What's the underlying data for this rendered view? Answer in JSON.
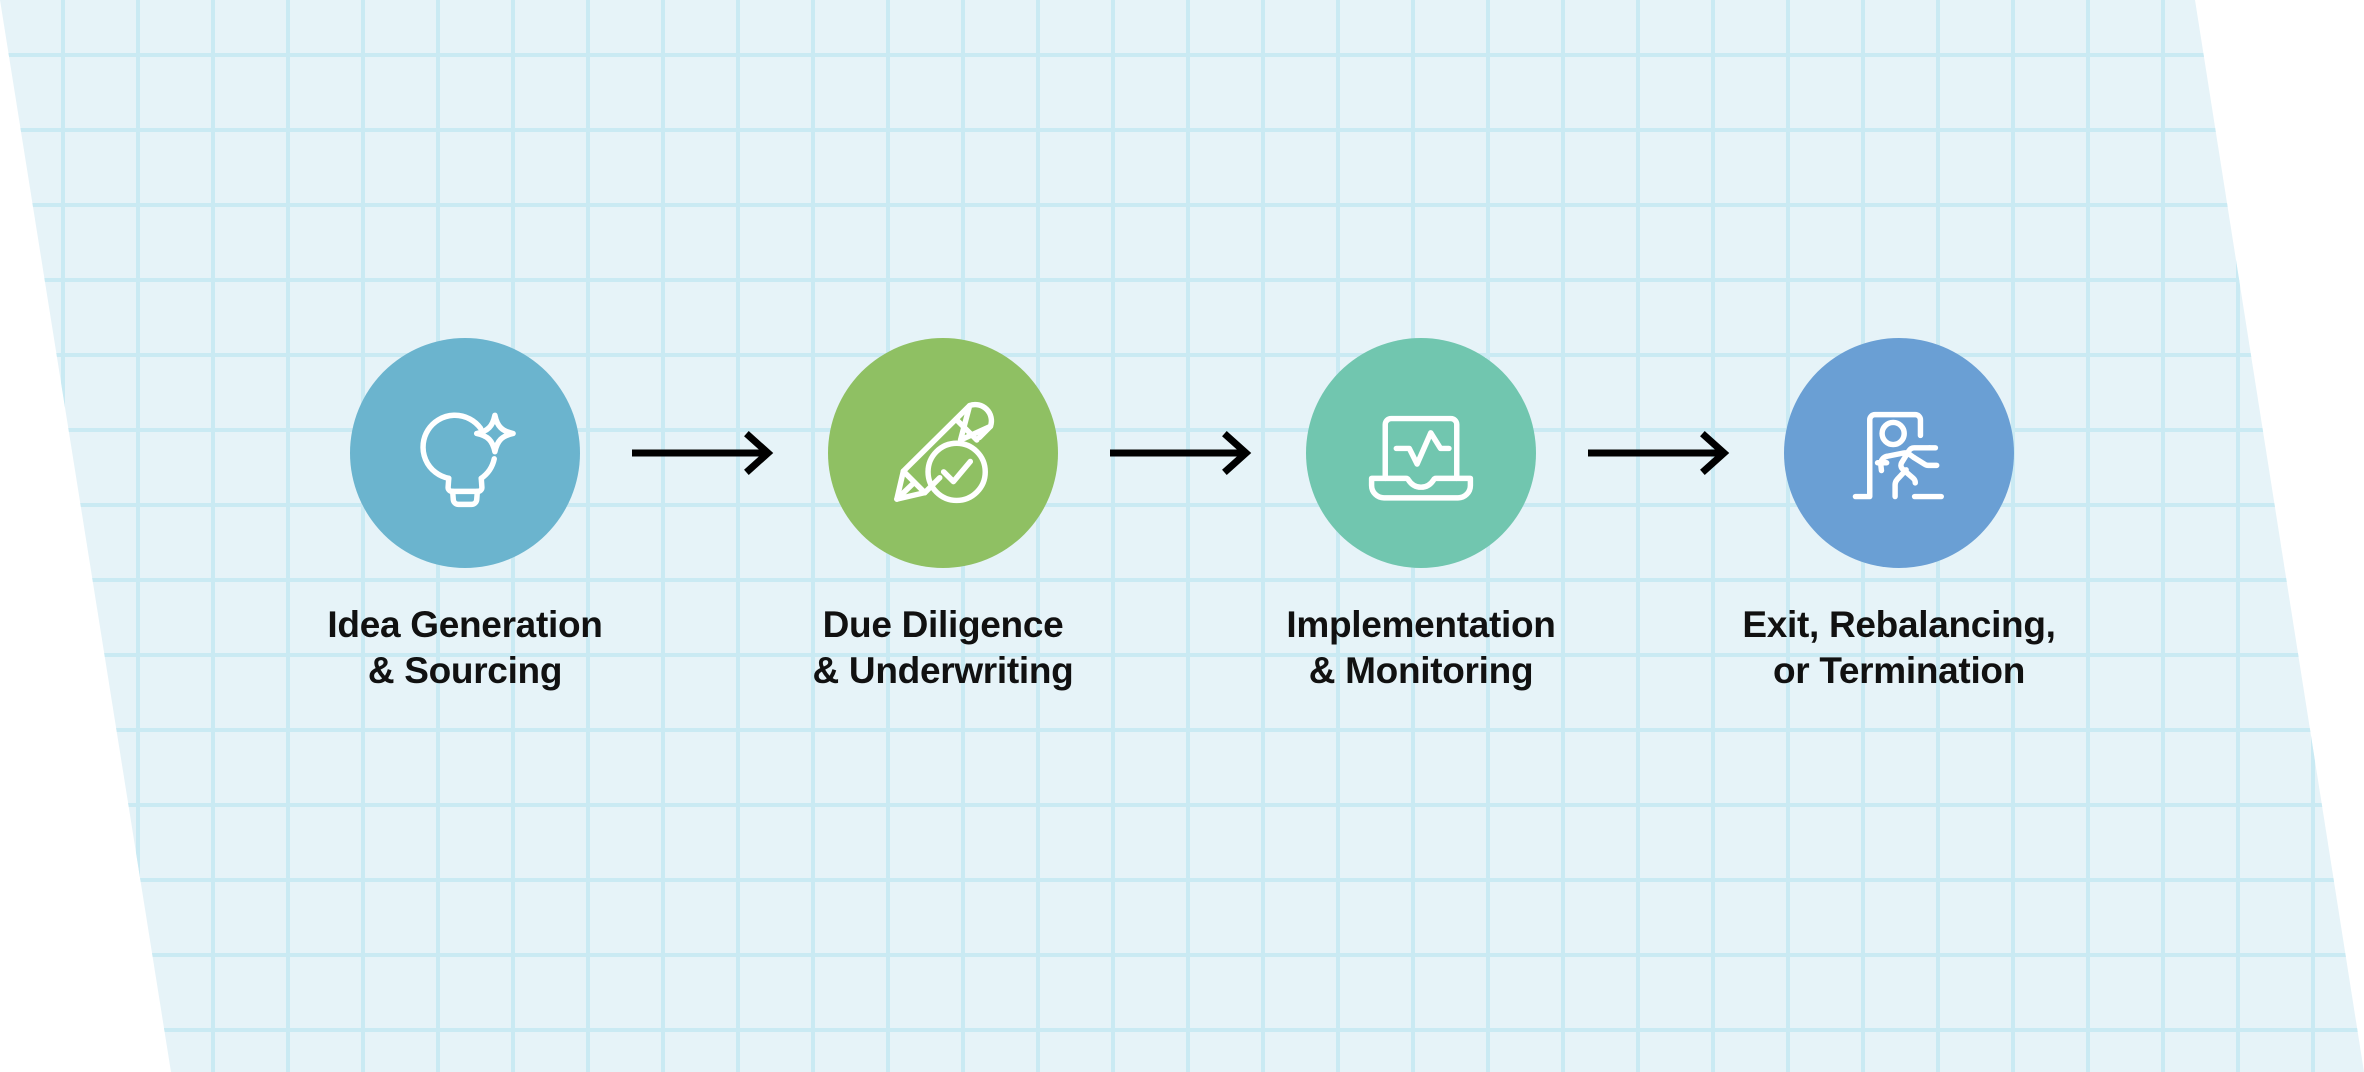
{
  "background": {
    "panel_color": "#e6f3f8",
    "grid_line_color": "#caeaf3",
    "page_color": "#ffffff",
    "shape": "parallelogram"
  },
  "diagram": {
    "type": "horizontal-process-flow",
    "arrow_color": "#000000",
    "label_color": "#111111",
    "steps": [
      {
        "index": 1,
        "label": "Idea Generation\n& Sourcing",
        "label_line1": "Idea Generation",
        "label_line2": "& Sourcing",
        "icon": "lightbulb-sparkle-icon",
        "circle_color": "#6bb4ce",
        "icon_color": "#ffffff"
      },
      {
        "index": 2,
        "label": "Due Diligence\n& Underwriting",
        "label_line1": "Due Diligence",
        "label_line2": "& Underwriting",
        "icon": "pencil-check-icon",
        "circle_color": "#8fc063",
        "icon_color": "#ffffff"
      },
      {
        "index": 3,
        "label": "Implementation\n& Monitoring",
        "label_line1": "Implementation",
        "label_line2": "& Monitoring",
        "icon": "laptop-pulse-chart-icon",
        "circle_color": "#71c6af",
        "icon_color": "#ffffff"
      },
      {
        "index": 4,
        "label": "Exit, Rebalancing,\nor Termination",
        "label_line1": "Exit, Rebalancing,",
        "label_line2": "or Termination",
        "icon": "exit-running-person-icon",
        "circle_color": "#6a9fd4",
        "icon_color": "#ffffff"
      }
    ],
    "connectors": [
      {
        "index": 1,
        "icon": "arrow-right-icon",
        "from": "Idea Generation & Sourcing",
        "to": "Due Diligence & Underwriting"
      },
      {
        "index": 2,
        "icon": "arrow-right-icon",
        "from": "Due Diligence & Underwriting",
        "to": "Implementation & Monitoring"
      },
      {
        "index": 3,
        "icon": "arrow-right-icon",
        "from": "Implementation & Monitoring",
        "to": "Exit, Rebalancing, or Termination"
      }
    ]
  }
}
